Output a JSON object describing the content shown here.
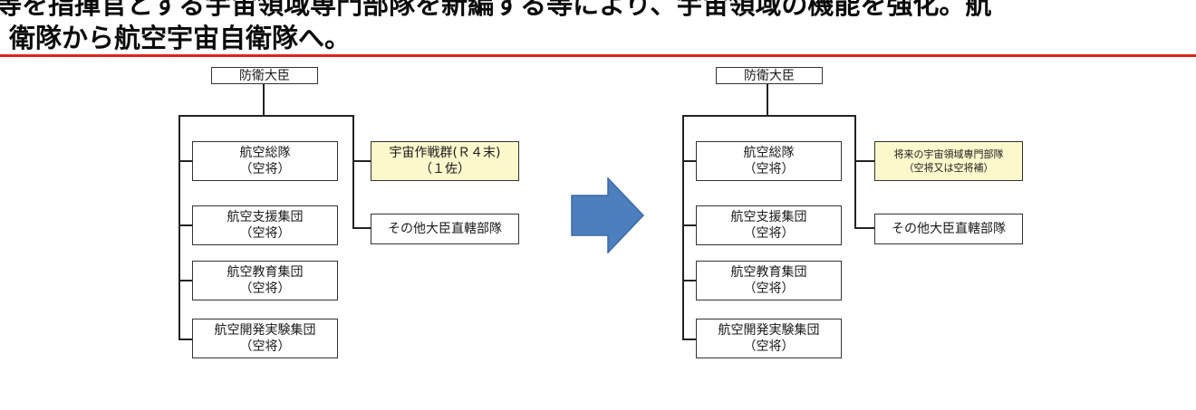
{
  "heading": {
    "line1": "等を指揮官とする宇宙領域専門部隊を新編する等により、宇宙領域の機能を強化。航",
    "line2": "衛隊から航空宇宙自衛隊へ。"
  },
  "left_chart": {
    "top": "防衛大臣",
    "units": [
      {
        "name": "航空総隊",
        "rank": "（空将）"
      },
      {
        "name": "航空支援集団",
        "rank": "（空将）"
      },
      {
        "name": "航空教育集団",
        "rank": "（空将）"
      },
      {
        "name": "航空開発実験集団",
        "rank": "（空将）"
      }
    ],
    "side_units": [
      {
        "name": "宇宙作戦群(Ｒ４末)",
        "rank": "（１佐）",
        "highlight": true
      },
      {
        "name": "その他大臣直轄部隊",
        "rank": "",
        "highlight": false
      }
    ]
  },
  "right_chart": {
    "top": "防衛大臣",
    "units": [
      {
        "name": "航空総隊",
        "rank": "（空将）"
      },
      {
        "name": "航空支援集団",
        "rank": "（空将）"
      },
      {
        "name": "航空教育集団",
        "rank": "（空将）"
      },
      {
        "name": "航空開発実験集団",
        "rank": "（空将）"
      }
    ],
    "side_units": [
      {
        "name": "将来の宇宙領域専門部隊",
        "rank": "（空将又は空将補）",
        "highlight": true
      },
      {
        "name": "その他大臣直轄部隊",
        "rank": "",
        "highlight": false
      }
    ]
  },
  "colors": {
    "highlight_box": "#fbf8cc",
    "arrow_fill": "#4d7ebd",
    "arrow_stroke": "#3a6aa5",
    "rule": "#e0231c"
  },
  "icons": {
    "transition": "right-arrow-icon"
  }
}
